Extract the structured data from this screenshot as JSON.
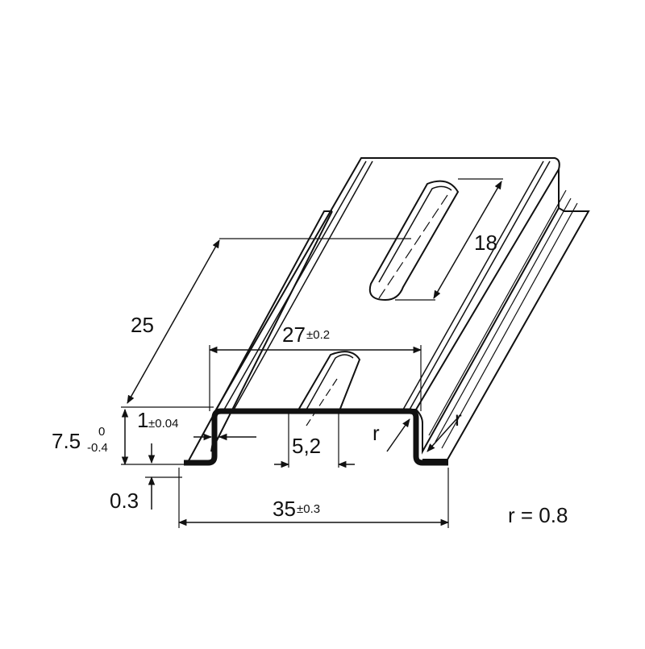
{
  "dimensions": {
    "length": "25",
    "slot_length": "18",
    "inner_width_value": "27",
    "inner_width_tol": "±0.2",
    "slot_width": "5,2",
    "flange_value": "1",
    "flange_tol": "±0.04",
    "height_value": "7.5",
    "height_tol_upper": "0",
    "height_tol_lower": "-0.4",
    "thickness": "0.3",
    "outer_width_value": "35",
    "outer_width_tol": "±0.3",
    "radius_symbol_left": "r",
    "radius_symbol_right": "r",
    "radius_note": "r = 0.8"
  }
}
